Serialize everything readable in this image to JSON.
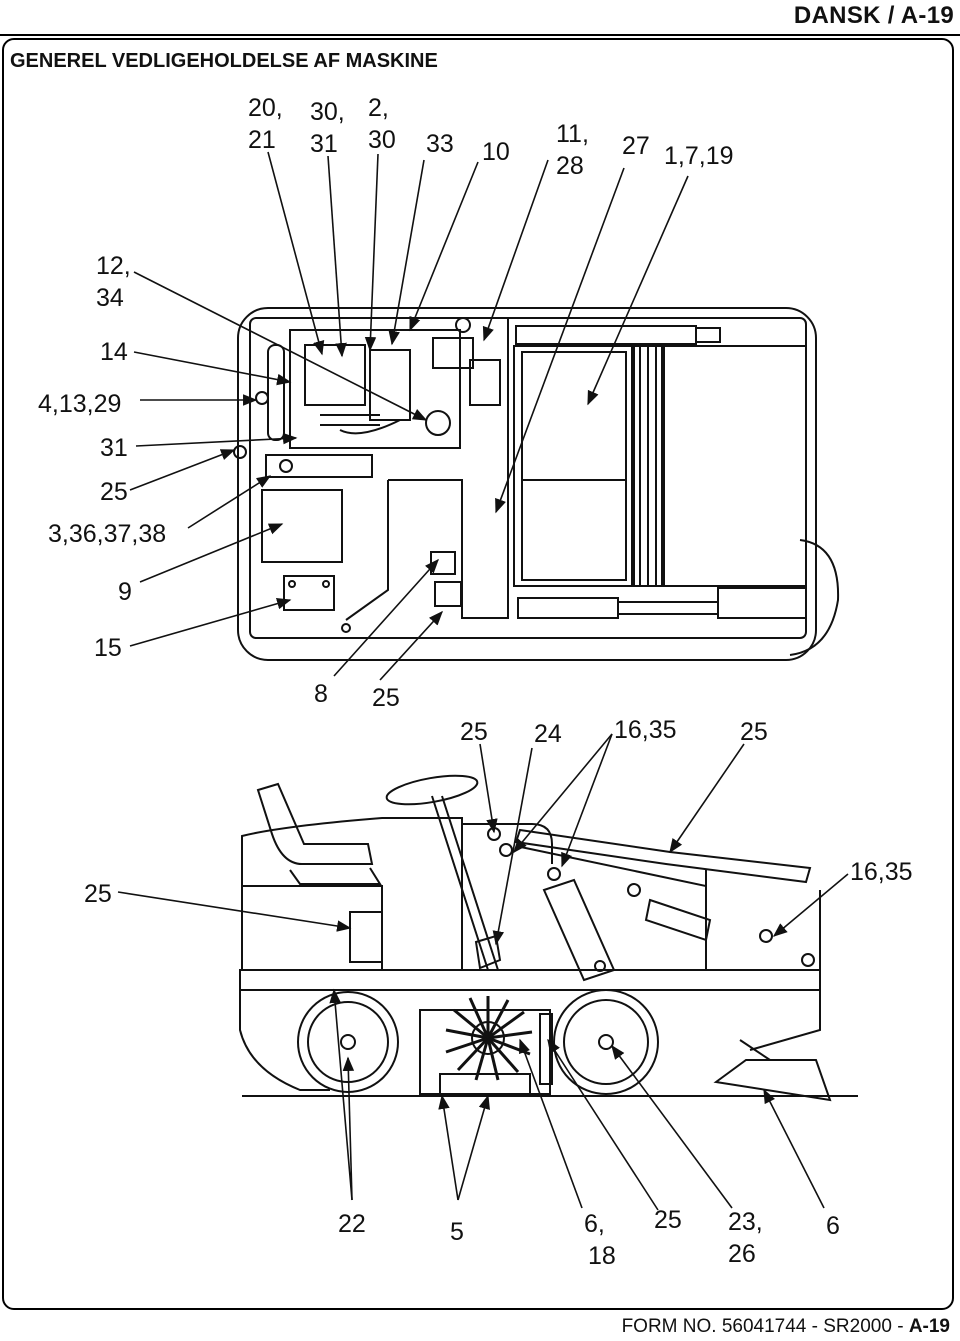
{
  "header": {
    "right_title": "DANSK / A-19"
  },
  "section_title": "GENEREL VEDLIGEHOLDELSE AF MASKINE",
  "top_view_callouts": {
    "top_row": [
      {
        "id": "c1",
        "lines": [
          "20,",
          "21"
        ]
      },
      {
        "id": "c2",
        "lines": [
          "30,",
          "31"
        ]
      },
      {
        "id": "c3",
        "lines": [
          "2,",
          "30"
        ]
      },
      {
        "id": "c4",
        "lines": [
          "33"
        ]
      },
      {
        "id": "c5",
        "lines": [
          "10"
        ]
      },
      {
        "id": "c6",
        "lines": [
          "11,",
          "28"
        ]
      },
      {
        "id": "c7",
        "lines": [
          "27"
        ]
      },
      {
        "id": "c8",
        "lines": [
          "1,7,19"
        ]
      }
    ],
    "left_column": [
      {
        "id": "l1",
        "lines": [
          "12,",
          "34"
        ]
      },
      {
        "id": "l2",
        "lines": [
          "14"
        ]
      },
      {
        "id": "l3",
        "lines": [
          "4,13,29"
        ]
      },
      {
        "id": "l4",
        "lines": [
          "31"
        ]
      },
      {
        "id": "l5",
        "lines": [
          "25"
        ]
      },
      {
        "id": "l6",
        "lines": [
          "3,36,37,38"
        ]
      },
      {
        "id": "l7",
        "lines": [
          "9"
        ]
      },
      {
        "id": "l8",
        "lines": [
          "15"
        ]
      }
    ],
    "bottom": [
      {
        "id": "b1",
        "lines": [
          "8"
        ]
      },
      {
        "id": "b2",
        "lines": [
          "25"
        ]
      }
    ]
  },
  "side_view_callouts": {
    "top_row": [
      {
        "id": "s1",
        "lines": [
          "25"
        ]
      },
      {
        "id": "s2",
        "lines": [
          "24"
        ]
      },
      {
        "id": "s3",
        "lines": [
          "16,35"
        ]
      },
      {
        "id": "s4",
        "lines": [
          "25"
        ]
      }
    ],
    "right": [
      {
        "id": "s5",
        "lines": [
          "16,35"
        ]
      }
    ],
    "left": [
      {
        "id": "s6",
        "lines": [
          "25"
        ]
      }
    ],
    "bottom_row": [
      {
        "id": "s7",
        "lines": [
          "22"
        ]
      },
      {
        "id": "s8",
        "lines": [
          "5"
        ]
      },
      {
        "id": "s9",
        "lines": [
          "6,",
          "18"
        ]
      },
      {
        "id": "s10",
        "lines": [
          "25"
        ]
      },
      {
        "id": "s11",
        "lines": [
          "23,",
          "26"
        ]
      },
      {
        "id": "s12",
        "lines": [
          "6"
        ]
      }
    ]
  },
  "footer": {
    "form_text": "FORM NO. 56041744 - SR2000 - ",
    "page_ref": "A-19"
  }
}
